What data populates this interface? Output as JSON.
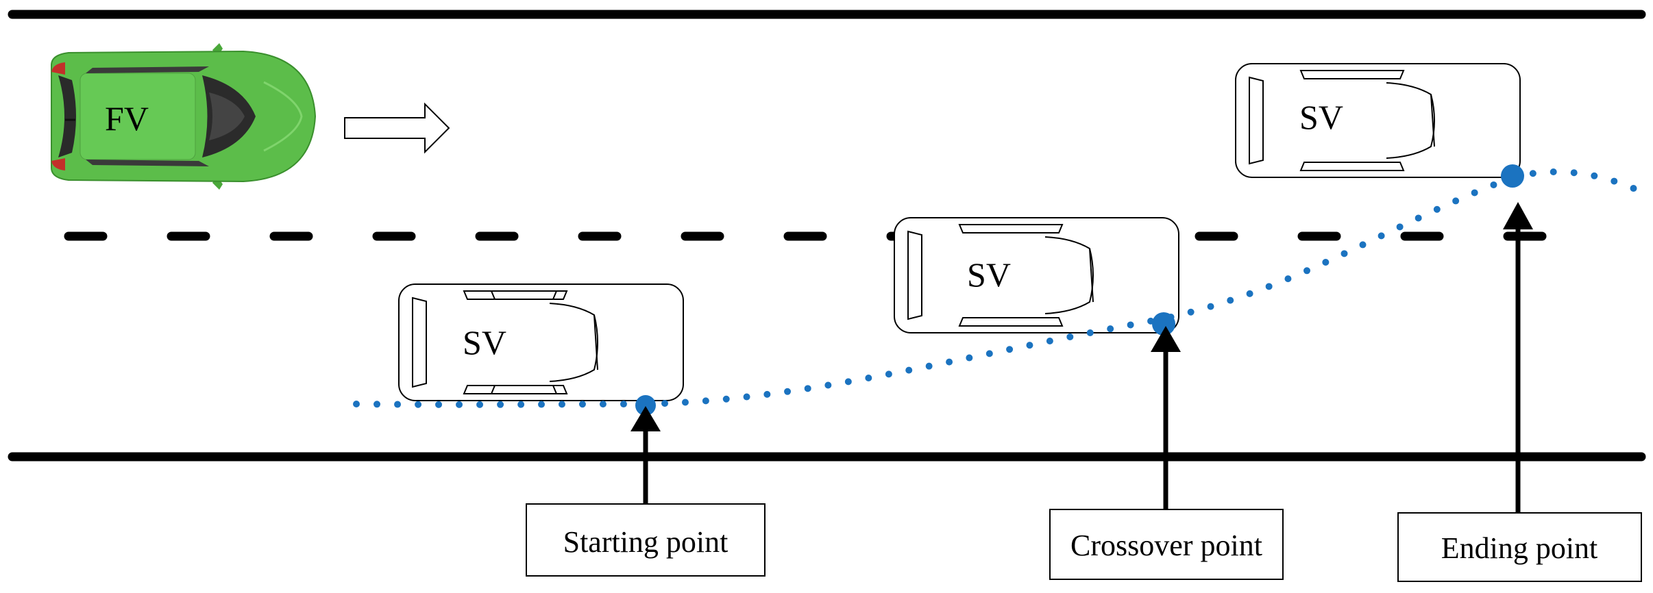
{
  "following_vehicle": {
    "label": "FV",
    "body_color": "#5cbd4a"
  },
  "surrounding_vehicles": [
    {
      "label": "SV"
    },
    {
      "label": "SV"
    },
    {
      "label": "SV"
    }
  ],
  "points": {
    "start": {
      "label": "Starting point"
    },
    "crossover": {
      "label": "Crossover point"
    },
    "end": {
      "label": "Ending point"
    }
  },
  "colors": {
    "trajectory": "#1b73c0",
    "road": "#000000"
  }
}
